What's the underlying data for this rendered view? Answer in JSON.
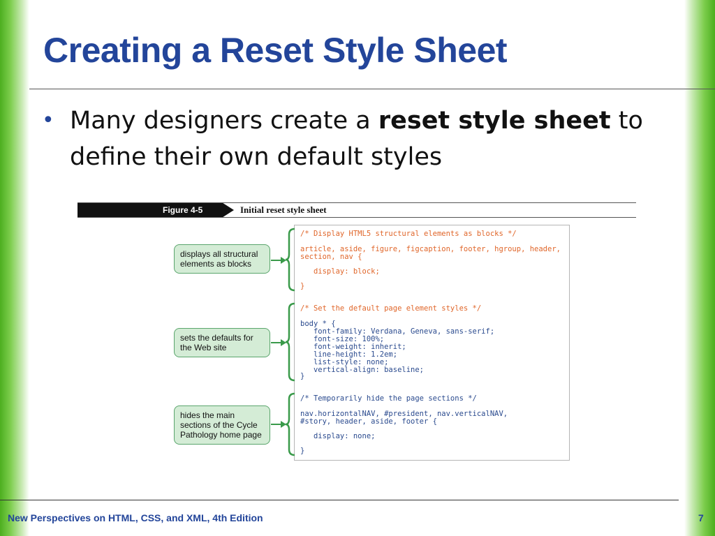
{
  "slide": {
    "title": "Creating a Reset Style Sheet",
    "bullet": {
      "text_before": "Many designers create a ",
      "bold": "reset style sheet",
      "text_after": " to define their own default styles"
    }
  },
  "figure": {
    "label": "Figure 4-5",
    "caption": "Initial reset style sheet",
    "notes": [
      "displays all structural elements as blocks",
      "sets the defaults for the Web site",
      "hides the main sections of the Cycle Pathology home page"
    ],
    "code": {
      "block1_comment": "/* Display HTML5 structural elements as blocks */",
      "block1_selector": "article, aside, figure, figcaption, footer, hgroup, header,\nsection, nav {",
      "block1_decl": "   display: block;",
      "block1_close": "}",
      "block2_comment": "/* Set the default page element styles */",
      "block2_selector": "body * {",
      "block2_decl": "   font-family: Verdana, Geneva, sans-serif;\n   font-size: 100%;\n   font-weight: inherit;\n   line-height: 1.2em;\n   list-style: none;\n   vertical-align: baseline;",
      "block2_close": "}",
      "block3_comment": "/* Temporarily hide the page sections */",
      "block3_selector": "nav.horizontalNAV, #president, nav.verticalNAV,\n#story, header, aside, footer {",
      "block3_decl": "   display: none;",
      "block3_close": "}"
    }
  },
  "footer": {
    "text": "New Perspectives on HTML, CSS, and XML, 4th Edition",
    "page": "7"
  },
  "colors": {
    "title": "#23459a",
    "accent_green": "#4cae1f",
    "comment": "#e0662a",
    "code": "#2a4a8e"
  }
}
